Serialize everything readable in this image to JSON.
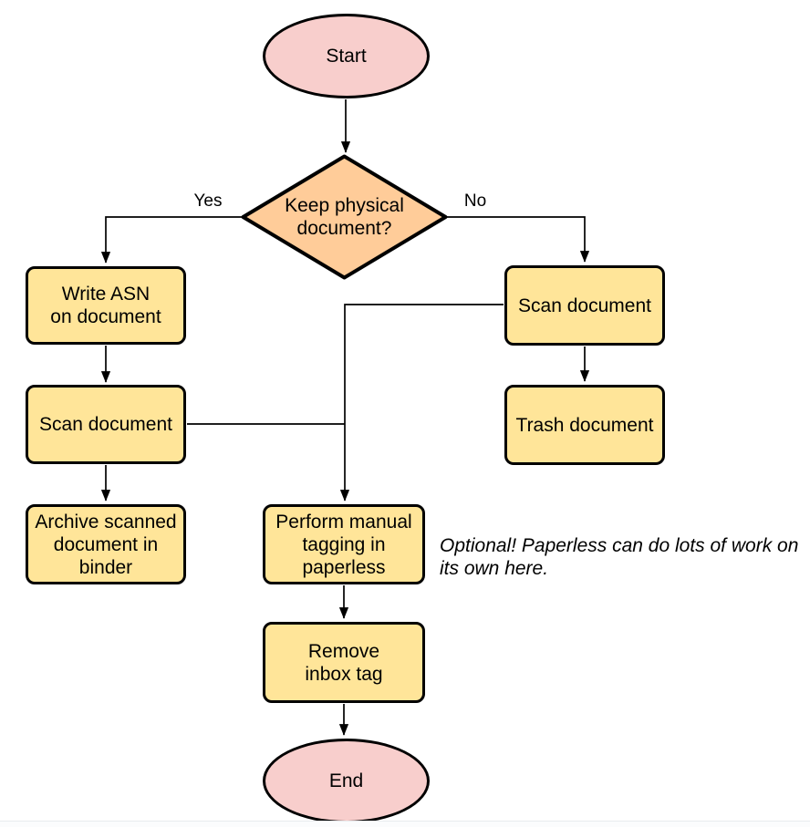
{
  "diagram": {
    "nodes": {
      "start": {
        "type": "terminator",
        "label": "Start"
      },
      "decision": {
        "type": "decision",
        "label": "Keep physical\ndocument?"
      },
      "write_asn": {
        "type": "process",
        "label": "Write ASN\non document"
      },
      "scan_left": {
        "type": "process",
        "label": "Scan document"
      },
      "archive": {
        "type": "process",
        "label": "Archive scanned\ndocument in\nbinder"
      },
      "scan_right": {
        "type": "process",
        "label": "Scan document"
      },
      "trash": {
        "type": "process",
        "label": "Trash document"
      },
      "tagging": {
        "type": "process",
        "label": "Perform manual\ntagging in\npaperless"
      },
      "remove_inbox": {
        "type": "process",
        "label": "Remove\ninbox tag"
      },
      "end": {
        "type": "terminator",
        "label": "End"
      }
    },
    "edge_labels": {
      "yes": "Yes",
      "no": "No"
    },
    "annotation": "Optional! Paperless can do lots of work on\nits own here.",
    "colors": {
      "terminator_fill": "#F8CECC",
      "decision_fill": "#FFCC99",
      "process_fill": "#FFE599",
      "stroke": "#000000",
      "background": "#FFFFFF"
    }
  }
}
